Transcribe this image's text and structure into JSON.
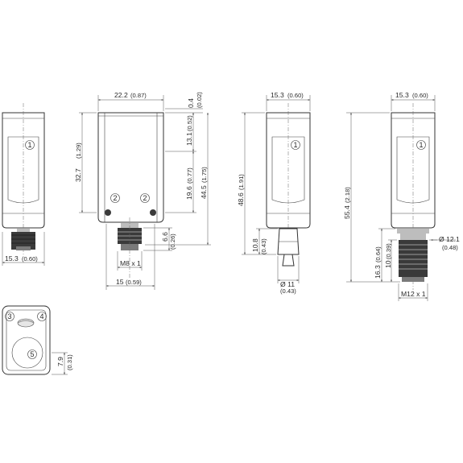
{
  "dimensions": {
    "v1_width": "15.3",
    "v1_width_in": "(0.60)",
    "v2_width": "22.2",
    "v2_width_in": "(0.87)",
    "v2_top": "0.4",
    "v2_top_in": "(0.02)",
    "v2_height": "32.7",
    "v2_height_in": "(1.29)",
    "v2_13": "13.1",
    "v2_13_in": "(0.52)",
    "v2_19": "19.6",
    "v2_19_in": "(0.77)",
    "v2_44": "44.5",
    "v2_44_in": "(1.75)",
    "v2_conn": "6.6",
    "v2_conn_in": "(0.26)",
    "v2_thread": "M8 x 1",
    "v2_base": "15",
    "v2_base_in": "(0.59)",
    "v3_width": "15.3",
    "v3_width_in": "(0.60)",
    "v3_height": "48.6",
    "v3_height_in": "(1.91)",
    "v3_conn": "10.8",
    "v3_conn_in": "(0.43)",
    "v3_dia": "Ø 11",
    "v3_dia_in": "(0.43)",
    "v4_width": "15.3",
    "v4_width_in": "(0.60)",
    "v4_height": "55.4",
    "v4_height_in": "(2.18)",
    "v4_dia": "Ø 12.1",
    "v4_dia_in": "(0.48)",
    "v4_16": "16.3",
    "v4_16_in": "(0.64)",
    "v4_10": "10",
    "v4_10_in": "(0.39)",
    "v4_thread": "M12 x 1",
    "v5_79": "7.9",
    "v5_79_in": "(0.31)"
  },
  "callouts": {
    "c1": "1",
    "c2": "2",
    "c3": "3",
    "c4": "4",
    "c5": "5"
  }
}
